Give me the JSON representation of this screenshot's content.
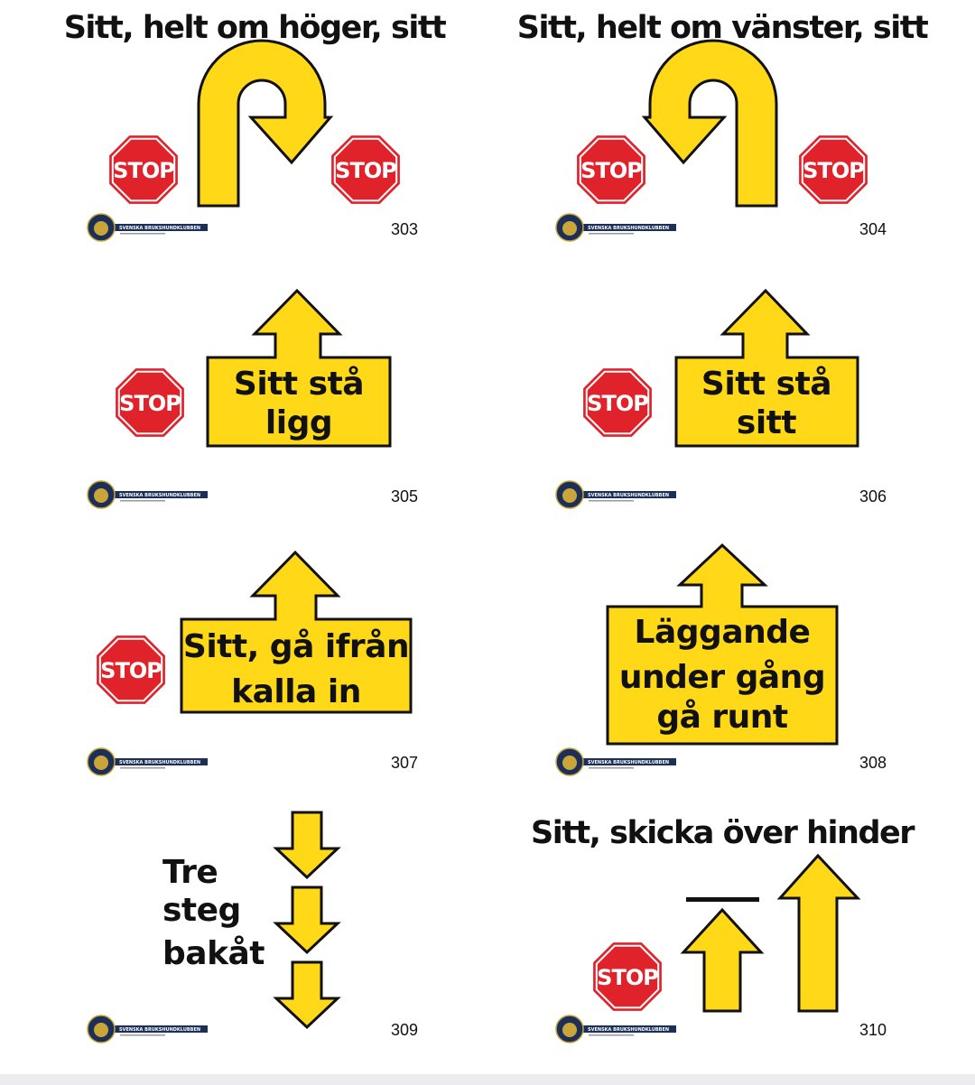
{
  "stop_label": "STOP",
  "logo_text": "SVENSKA BRUKSHUNDKLUBBEN",
  "colors": {
    "sign_yellow": "#FFD817",
    "stop_red": "#E0232B",
    "logo_navy": "#1c2f57",
    "logo_gold": "#c9a53a"
  },
  "cards": [
    {
      "number": "303",
      "title": "Sitt, helt om höger, sitt"
    },
    {
      "number": "304",
      "title": "Sitt, helt om vänster, sitt"
    },
    {
      "number": "305",
      "lines": [
        "Sitt stå",
        "ligg"
      ]
    },
    {
      "number": "306",
      "lines": [
        "Sitt stå",
        "sitt"
      ]
    },
    {
      "number": "307",
      "lines": [
        "Sitt, gå ifrån",
        "kalla in"
      ]
    },
    {
      "number": "308",
      "lines": [
        "Läggande",
        "under gång",
        "gå runt"
      ]
    },
    {
      "number": "309",
      "lines": [
        "Tre",
        "steg",
        "bakåt"
      ]
    },
    {
      "number": "310",
      "title": "Sitt, skicka över hinder"
    }
  ]
}
